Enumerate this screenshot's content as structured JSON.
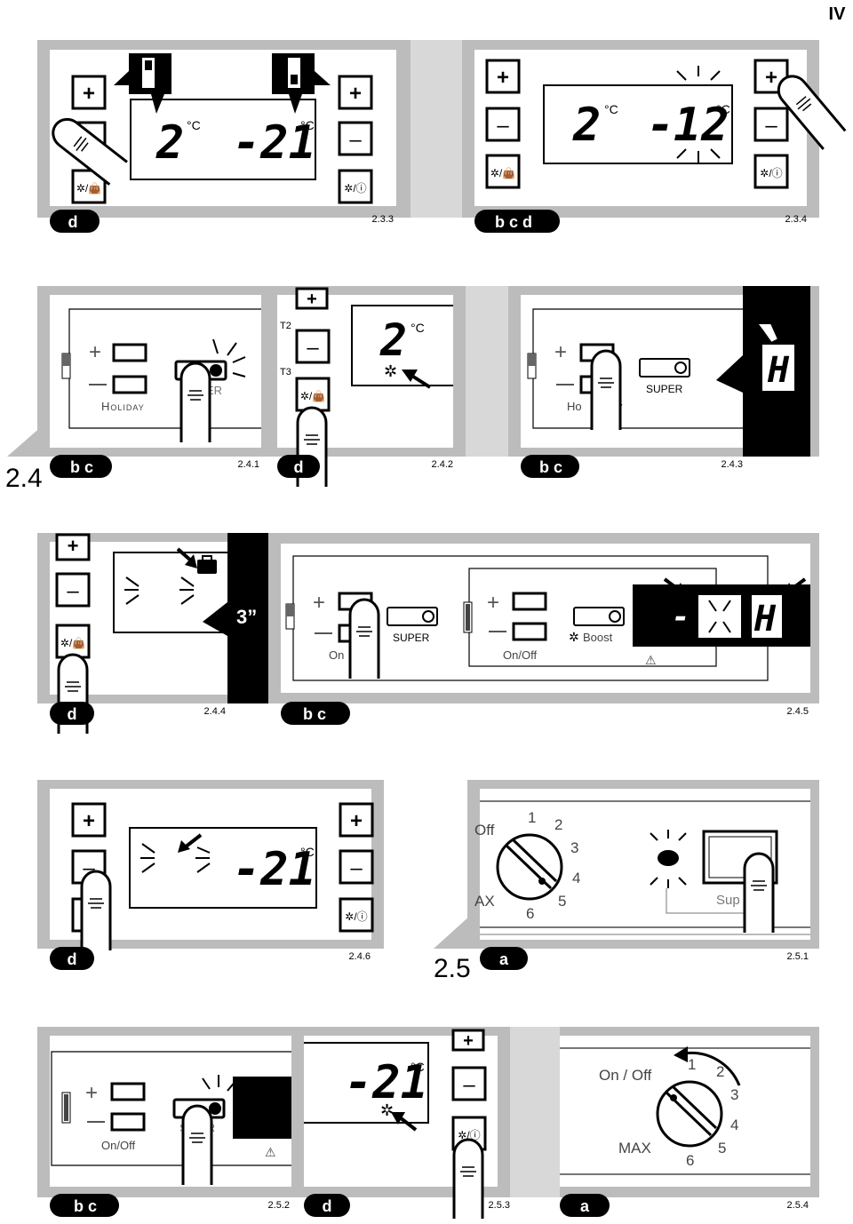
{
  "page": {
    "label": "IV"
  },
  "buttons": {
    "plus": "+",
    "minus": "–",
    "holiday_icon": "✲/👜",
    "onoff_icon": "✲/ⓘ"
  },
  "units": {
    "celsius": "°C"
  },
  "panel_233": {
    "tag": "d",
    "number": "2.3.3",
    "temp_left": "2",
    "temp_right": "-21"
  },
  "panel_234": {
    "tag": "b c d",
    "number": "2.3.4",
    "temp_left": "2",
    "temp_right_dash": "-",
    "temp_right": "12"
  },
  "section_24": {
    "label": "2.4"
  },
  "panel_241": {
    "tag": "b c",
    "number": "2.4.1",
    "holiday_label": "Holiday",
    "partial_label": "ER"
  },
  "panel_242": {
    "tag": "d",
    "number": "2.4.2",
    "t2": "T2",
    "t3": "T3",
    "temp": "2"
  },
  "panel_243": {
    "tag": "b c",
    "number": "2.4.3",
    "super_label": "SUPER",
    "holiday_partial_1": "Ho",
    "holiday_partial_2": "y",
    "display": "H"
  },
  "panel_244": {
    "tag": "d",
    "number": "2.4.4",
    "timer": "3”"
  },
  "panel_245": {
    "tag": "b c",
    "number": "2.4.5",
    "onoff_partial": "On",
    "super_label": "SUPER",
    "boost_label": "Boost",
    "onoff_label": "On/Off",
    "display_dash": "-",
    "display": "H"
  },
  "panel_246": {
    "tag": "d",
    "number": "2.4.6",
    "temp_right": "-21"
  },
  "section_25": {
    "label": "2.5"
  },
  "panel_251": {
    "tag": "a",
    "number": "2.5.1",
    "dial_off": "Off",
    "dial_max": "AX",
    "dial_numbers": [
      "1",
      "2",
      "3",
      "4",
      "5",
      "6"
    ],
    "super_partial": "Sup"
  },
  "panel_252": {
    "tag": "b c",
    "number": "2.5.2",
    "onoff_label": "On/Off",
    "partial_label": "S       R"
  },
  "panel_253": {
    "tag": "d",
    "number": "2.5.3",
    "temp": "-21"
  },
  "panel_254": {
    "tag": "a",
    "number": "2.5.4",
    "dial_onoff": "On / Off",
    "dial_max": "MAX",
    "dial_numbers": [
      "1",
      "2",
      "3",
      "4",
      "5",
      "6"
    ]
  }
}
